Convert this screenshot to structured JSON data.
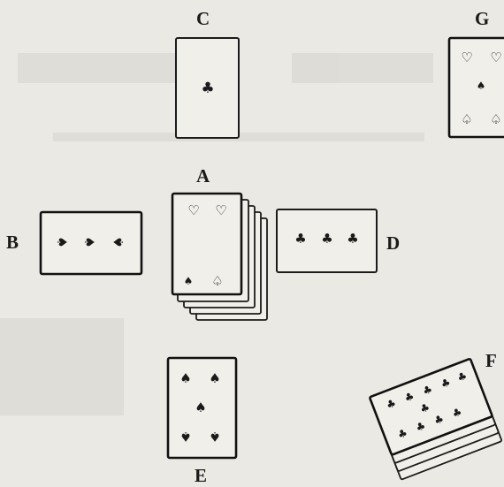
{
  "labels": {
    "a": "A",
    "b": "B",
    "c": "C",
    "d": "D",
    "e": "E",
    "f": "F",
    "g": "G"
  },
  "icons": {
    "club": "club-icon",
    "heart": "heart-icon",
    "spade": "spade-icon",
    "diamond": "diamond-icon"
  },
  "colors": {
    "background": "#ebe9e3",
    "card": "#f1efe9",
    "ink": "#1a1a1a"
  }
}
